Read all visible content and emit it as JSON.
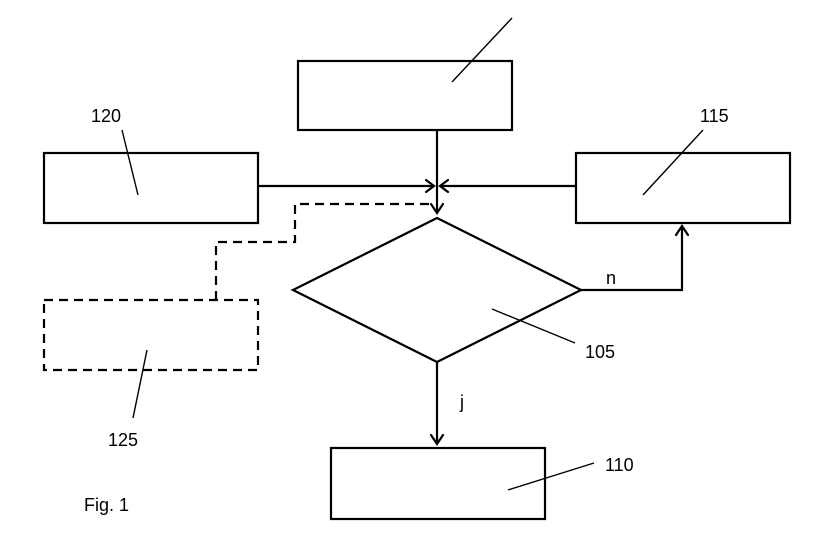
{
  "labels": {
    "box_120": "120",
    "box_115": "115",
    "box_125": "125",
    "decision_105": "105",
    "box_110": "110",
    "branch_no": "n",
    "branch_yes": "j",
    "figure_caption": "Fig. 1"
  }
}
